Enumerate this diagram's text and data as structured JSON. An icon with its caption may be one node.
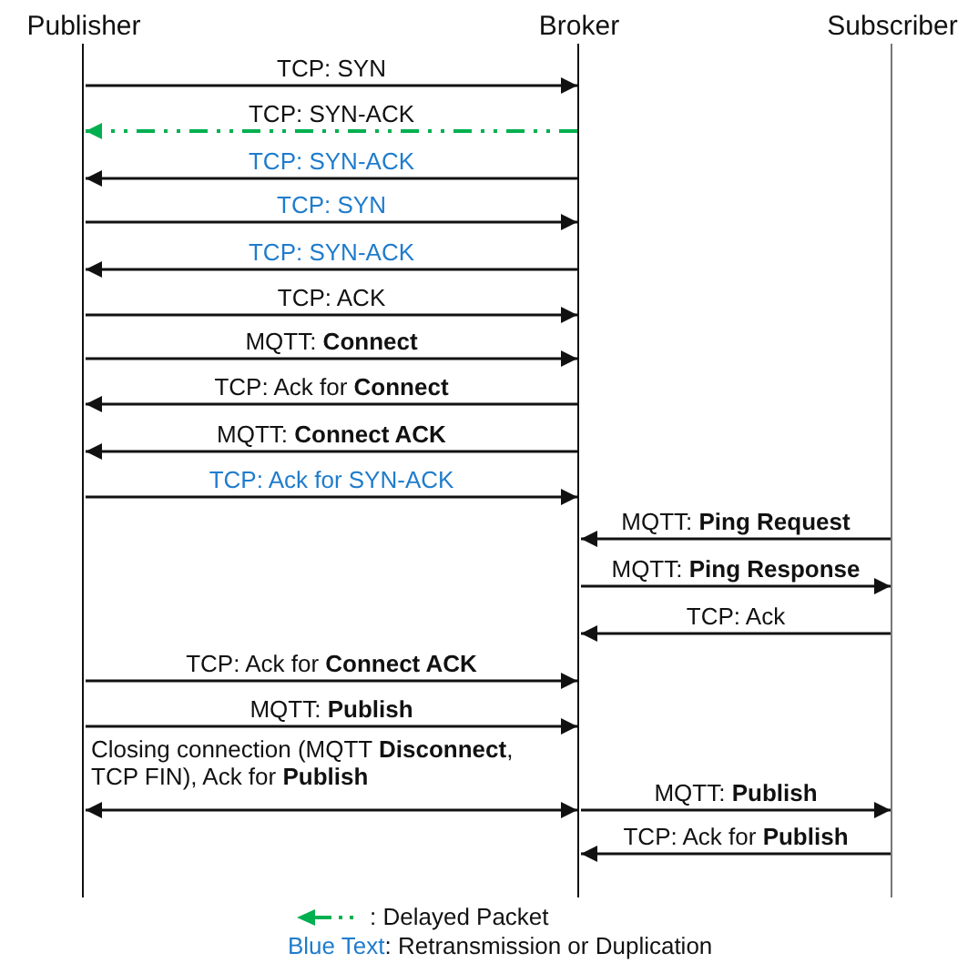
{
  "diagram": {
    "nodes": [
      {
        "text": [
          "Publisher"
        ]
      },
      {
        "text": [
          "Broker"
        ]
      },
      {
        "text": [
          "Subscriber"
        ]
      }
    ],
    "edges": [
      {
        "from": 0,
        "to": 1,
        "arrow": "to",
        "label": "TCP: SYN"
      },
      {
        "from": 1,
        "to": 0,
        "arrow": "to",
        "label": "TCP: SYN-ACK",
        "style": "dashed",
        "color": "#00b050"
      },
      {
        "from": 1,
        "to": 0,
        "arrow": "to",
        "label": "TCP: SYN-ACK"
      },
      {
        "from": 0,
        "to": 1,
        "arrow": "to",
        "label": "TCP: SYN"
      },
      {
        "from": 1,
        "to": 0,
        "arrow": "to",
        "label": "TCP: SYN-ACK"
      },
      {
        "from": 0,
        "to": 1,
        "arrow": "to",
        "label": "TCP: ACK"
      },
      {
        "from": 0,
        "to": 1,
        "arrow": "to",
        "label": "MQTT: **Connect**"
      },
      {
        "from": 1,
        "to": 0,
        "arrow": "to",
        "label": "TCP: Ack for **Connect**"
      },
      {
        "from": 1,
        "to": 0,
        "arrow": "to",
        "label": "MQTT: **Connect ACK**"
      },
      {
        "from": 0,
        "to": 1,
        "arrow": "to",
        "label": "TCP: Ack for SYN-ACK"
      },
      {
        "from": 2,
        "to": 1,
        "arrow": "to",
        "label": "MQTT: **Ping Request**"
      },
      {
        "from": 1,
        "to": 2,
        "arrow": "to",
        "label": "MQTT: **Ping Response**"
      },
      {
        "from": 2,
        "to": 1,
        "arrow": "to",
        "label": "TCP: Ack"
      },
      {
        "from": 0,
        "to": 1,
        "arrow": "to",
        "label": "TCP: Ack for **Connect ACK**"
      },
      {
        "from": 0,
        "to": 1,
        "arrow": "to",
        "label": "MQTT: **Publish**"
      },
      {
        "from": 0,
        "to": 1,
        "arrow": "both",
        "label": "Closing connection (MQTT **Disconnect**, TCP FIN), Ack for **Publish**"
      },
      {
        "from": 1,
        "to": 2,
        "arrow": "to",
        "label": "MQTT: **Publish**"
      },
      {
        "from": 2,
        "to": 1,
        "arrow": "to",
        "label": "TCP: Ack for **Publish**"
      }
    ],
    "legend": [
      {
        "text": ": Delayed Packet",
        "color": "#00b050"
      },
      {
        "text": "Blue Text: Retransmission or Duplication",
        "color": "#1f7ccc"
      }
    ]
  }
}
